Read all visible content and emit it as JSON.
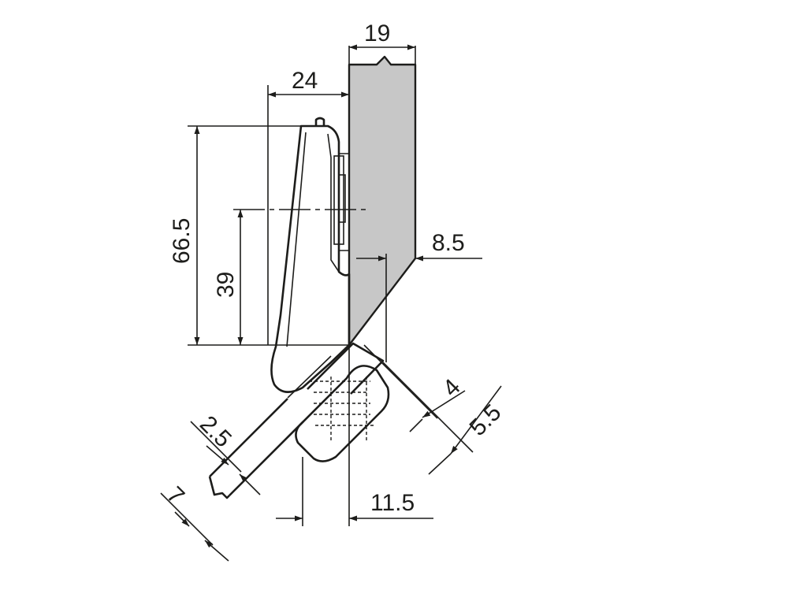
{
  "dimensions": {
    "door_thickness": "19",
    "hinge_depth": "24",
    "hinge_height": "66.5",
    "center_height": "39",
    "offset": "8.5",
    "gap_a": "4",
    "gap_b": "5.5",
    "plate_thickness": "2.5",
    "panel_thickness": "7",
    "cup_offset": "11.5"
  },
  "colors": {
    "line": "#1d1d1b",
    "door_fill": "#c7c7c7",
    "background": "#ffffff"
  }
}
